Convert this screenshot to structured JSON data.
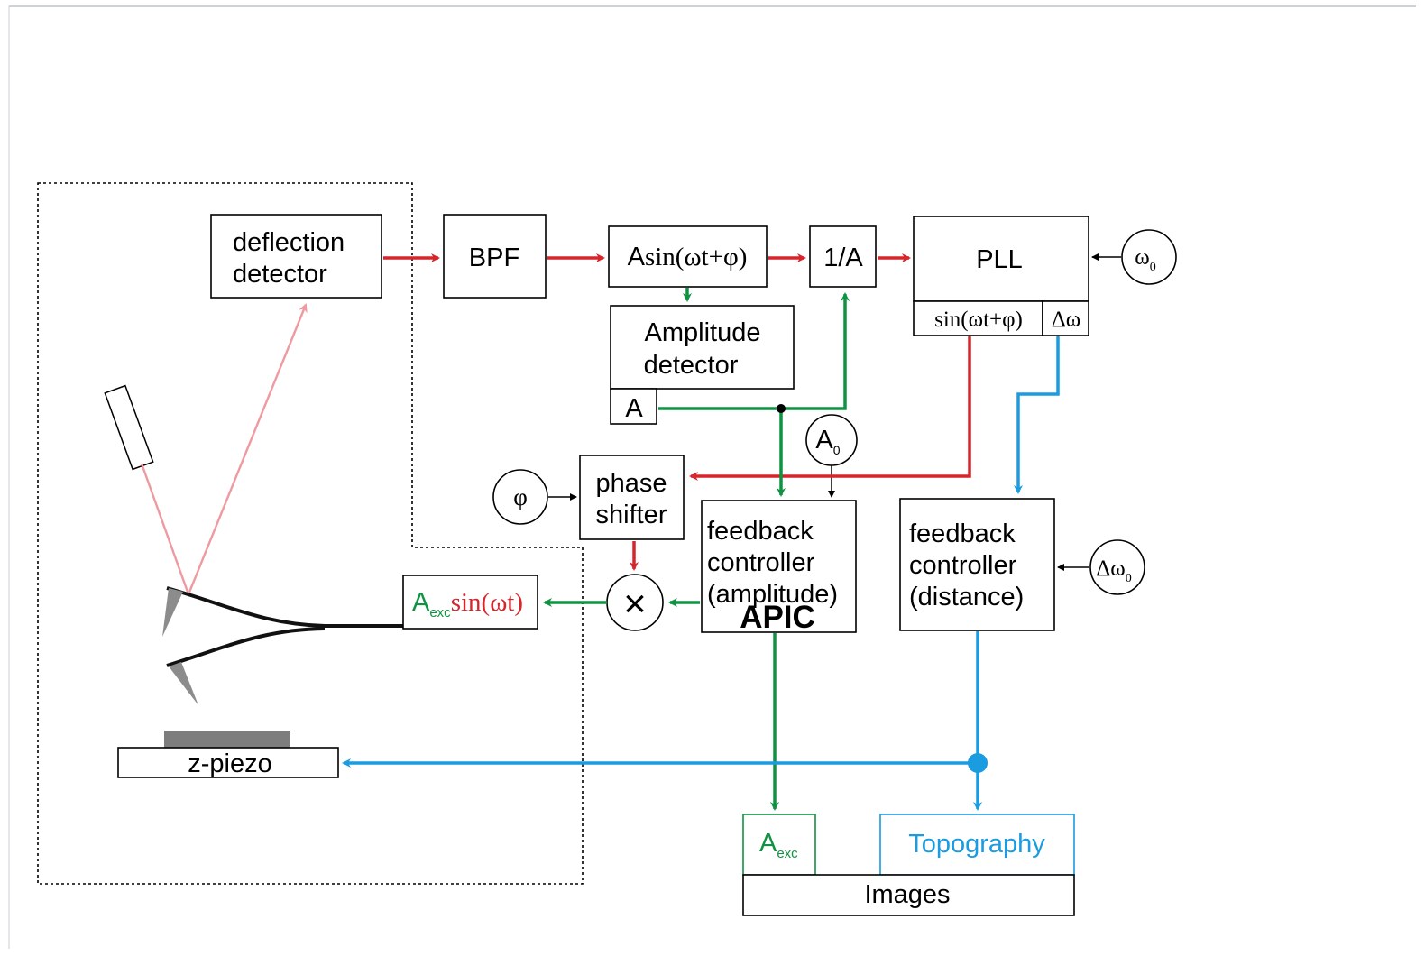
{
  "colors": {
    "red": "#d7262b",
    "green": "#0f9342",
    "blue": "#1b9be0",
    "pink": "#ee9aa0",
    "gray": "#8a8a8a",
    "black": "#000000"
  },
  "blocks": {
    "deflection_detector": [
      "deflection",
      "detector"
    ],
    "bpf": "BPF",
    "signal": {
      "a": "A",
      "rest": "sin(ωt+φ)"
    },
    "inverse_a": "1/A",
    "pll": "PLL",
    "pll_sin_out": "sin(ωt+φ)",
    "pll_delta_out": "Δω",
    "amplitude_detector": [
      "Amplitude",
      "detector"
    ],
    "amplitude_out": "A",
    "phase_shifter": [
      "phase",
      "shifter"
    ],
    "fb_amplitude": [
      "feedback",
      "controller",
      "(amplitude)"
    ],
    "fb_distance": [
      "feedback",
      "controller",
      "(distance)"
    ],
    "apic": "APIC",
    "exc_output": {
      "a": "A",
      "sub": "exc",
      "rest": "sin(ωt)"
    },
    "z_piezo": "z-piezo",
    "images_aexc": {
      "a": "A",
      "sub": "exc"
    },
    "images_topography": "Topography",
    "images": "Images"
  },
  "setpoints": {
    "omega0": {
      "main": "ω",
      "sub": "0"
    },
    "a0": {
      "main": "A",
      "sub": "0"
    },
    "phi": "φ",
    "delta_omega0": {
      "main": "Δω",
      "sub": "0"
    }
  },
  "multiplier_symbol": "×"
}
